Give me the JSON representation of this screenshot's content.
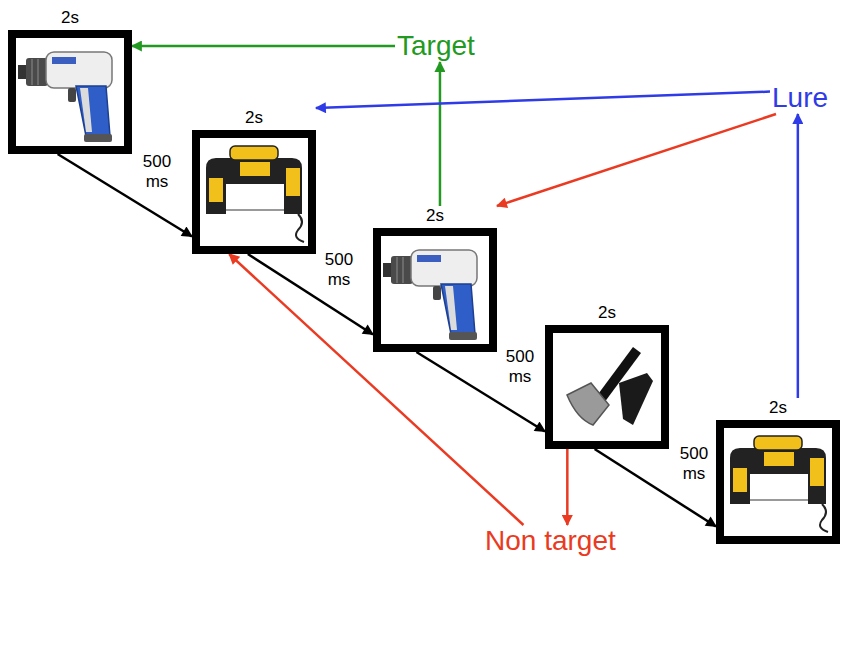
{
  "diagram": {
    "nodes": [
      {
        "text": [
          "2s"
        ]
      },
      {
        "text": [
          "2s"
        ]
      },
      {
        "text": [
          "2s"
        ]
      },
      {
        "text": [
          "2s"
        ]
      },
      {
        "text": [
          "2s"
        ]
      },
      {
        "text": [
          "Target"
        ]
      },
      {
        "text": [
          "Lure"
        ]
      },
      {
        "text": [
          "Non target"
        ]
      }
    ],
    "edges": [
      {
        "from": 0,
        "to": 1,
        "arrow": "to",
        "label": "500 ms"
      },
      {
        "from": 1,
        "to": 2,
        "arrow": "to",
        "label": "500 ms"
      },
      {
        "from": 2,
        "to": 3,
        "arrow": "to",
        "label": "500 ms"
      },
      {
        "from": 3,
        "to": 4,
        "arrow": "to",
        "label": "500 ms"
      },
      {
        "from": 5,
        "to": 0,
        "arrow": "to"
      },
      {
        "from": 2,
        "to": 5,
        "arrow": "to"
      },
      {
        "from": 6,
        "to": 1,
        "arrow": "to"
      },
      {
        "from": 6,
        "to": 2,
        "arrow": "to"
      },
      {
        "from": 4,
        "to": 6,
        "arrow": "to"
      },
      {
        "from": 3,
        "to": 7,
        "arrow": "to"
      },
      {
        "from": 7,
        "to": 1,
        "arrow": "to"
      }
    ]
  }
}
